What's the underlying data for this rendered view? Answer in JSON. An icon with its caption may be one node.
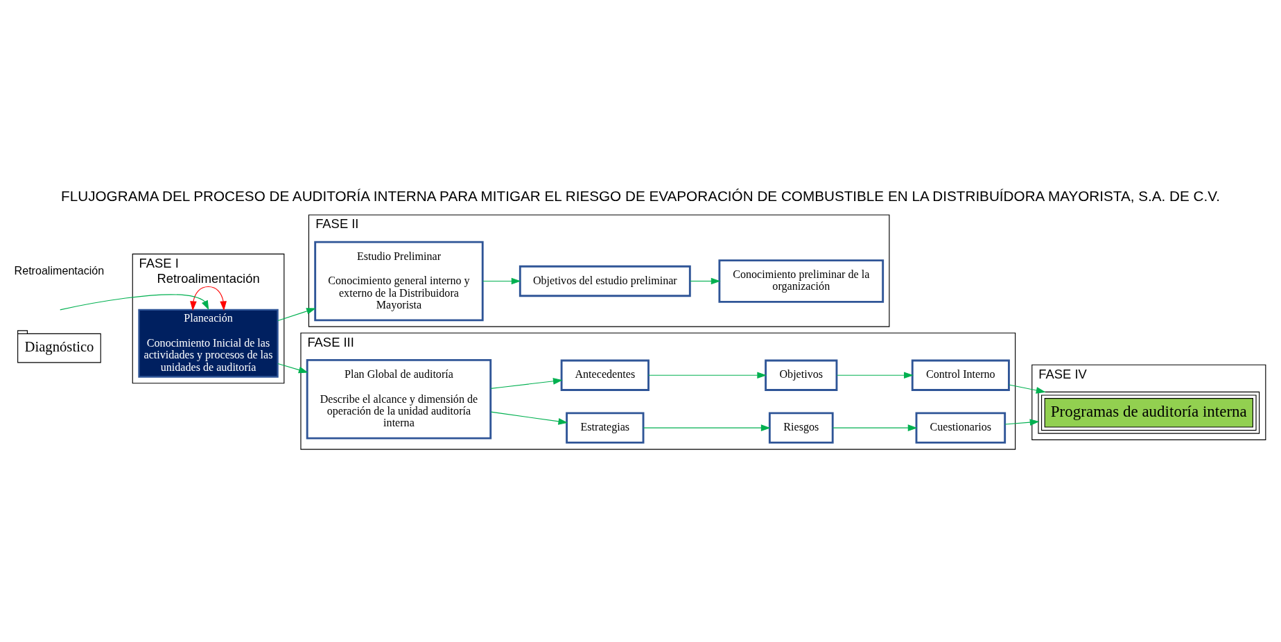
{
  "diagram": {
    "title": "FLUJOGRAMA DEL PROCESO DE AUDITORÍA INTERNA PARA MITIGAR EL RIESGO DE EVAPORACIÓN DE COMBUSTIBLE EN LA DISTRIBUÍDORA MAYORISTA, S.A. DE C.V.",
    "nodes": [
      {
        "text": [
          "Diagnóstico"
        ]
      },
      {
        "text": [
          "FASE I"
        ]
      },
      {
        "text": [
          "Planeación",
          "Conocimiento Inicial de las actividades y procesos de las unidades de auditoría"
        ],
        "in": 1
      },
      {
        "text": [
          "FASE II"
        ]
      },
      {
        "text": [
          "Estudio Preliminar",
          "Conocimiento general interno y externo de la Distribuidora Mayorista"
        ],
        "in": 3
      },
      {
        "text": [
          "Objetivos del estudio preliminar"
        ],
        "in": 3
      },
      {
        "text": [
          "Conocimiento preliminar de la organización"
        ],
        "in": 3
      },
      {
        "text": [
          "FASE III"
        ]
      },
      {
        "text": [
          "Plan Global de auditoría",
          "Describe el alcance y dimensión de operación de la unidad auditoría interna"
        ],
        "in": 7
      },
      {
        "text": [
          "Antecedentes"
        ],
        "in": 7
      },
      {
        "text": [
          "Objetivos"
        ],
        "in": 7
      },
      {
        "text": [
          "Control Interno"
        ],
        "in": 7
      },
      {
        "text": [
          "Estrategias"
        ],
        "in": 7
      },
      {
        "text": [
          "Riesgos"
        ],
        "in": 7
      },
      {
        "text": [
          "Cuestionarios"
        ],
        "in": 7
      },
      {
        "text": [
          "FASE IV"
        ]
      },
      {
        "text": [
          "Programas de auditoría interna"
        ],
        "in": 15
      }
    ],
    "edges": [
      {
        "from": null,
        "to": 2,
        "arrow": "to"
      },
      {
        "from": 2,
        "to": 2,
        "arrow": "both",
        "label": "Retroalimentación",
        "color": "#ff0000"
      },
      {
        "from": 2,
        "to": 4,
        "arrow": "to"
      },
      {
        "from": 2,
        "to": 8,
        "arrow": "to"
      },
      {
        "from": 4,
        "to": 5,
        "arrow": "to"
      },
      {
        "from": 5,
        "to": 6,
        "arrow": "to"
      },
      {
        "from": 8,
        "to": 9,
        "arrow": "to"
      },
      {
        "from": 8,
        "to": 12,
        "arrow": "to"
      },
      {
        "from": 9,
        "to": 10,
        "arrow": "to"
      },
      {
        "from": 10,
        "to": 11,
        "arrow": "to"
      },
      {
        "from": 12,
        "to": 13,
        "arrow": "to"
      },
      {
        "from": 13,
        "to": 14,
        "arrow": "to"
      },
      {
        "from": 11,
        "to": 16,
        "arrow": "to"
      },
      {
        "from": 14,
        "to": 16,
        "arrow": "to"
      }
    ],
    "labels": [
      "Retroalimentación"
    ]
  }
}
